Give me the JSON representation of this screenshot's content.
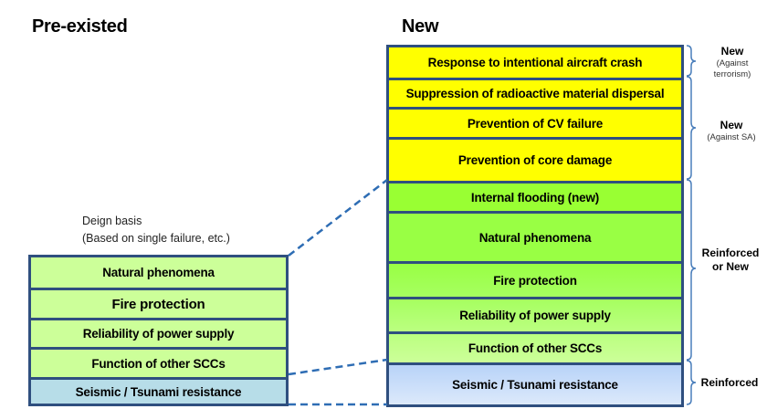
{
  "headings": {
    "pre_existed": "Pre-existed",
    "new": "New"
  },
  "pre_existed": {
    "note_line1": "Deign basis",
    "note_line2": "(Based on single failure, etc.)",
    "rows": [
      {
        "label": "Natural phenomena",
        "color": "#ccff99"
      },
      {
        "label": "Fire protection",
        "color": "#ccff99"
      },
      {
        "label": "Reliability of power supply",
        "color": "#ccff99"
      },
      {
        "label": "Function of other SCCs",
        "color": "#ccff99"
      },
      {
        "label": "Seismic / Tsunami resistance",
        "color": "#b7dde8"
      }
    ]
  },
  "new_stack": {
    "rows": [
      {
        "label": "Response to intentional aircraft crash",
        "color": "#ffff00"
      },
      {
        "label": "Suppression of radioactive material dispersal",
        "color": "#ffff00"
      },
      {
        "label": "Prevention of CV failure",
        "color": "#ffff00"
      },
      {
        "label": "Prevention of core damage",
        "color": "#ffff00"
      },
      {
        "label": "Internal flooding (new)",
        "color": "#99ff33"
      },
      {
        "label": "Natural phenomena",
        "color": "#99ff44"
      },
      {
        "label": "Fire protection",
        "color": "#a0ff55"
      },
      {
        "label": "Reliability of power supply",
        "color": "#b3ff77"
      },
      {
        "label": "Function of other SCCs",
        "color": "#ccff99"
      },
      {
        "label": "Seismic / Tsunami resistance",
        "color": "#c6d9f8"
      }
    ]
  },
  "braces": [
    {
      "title": "New",
      "subtitle": "(Against terrorism)"
    },
    {
      "title": "New",
      "subtitle": "(Against SA)"
    },
    {
      "title": "Reinforced or New",
      "subtitle": ""
    },
    {
      "title": "Reinforced",
      "subtitle": ""
    }
  ],
  "colors": {
    "border": "#2f4f7f",
    "dash": "#2e6db4",
    "brace": "#4a7ebb"
  }
}
